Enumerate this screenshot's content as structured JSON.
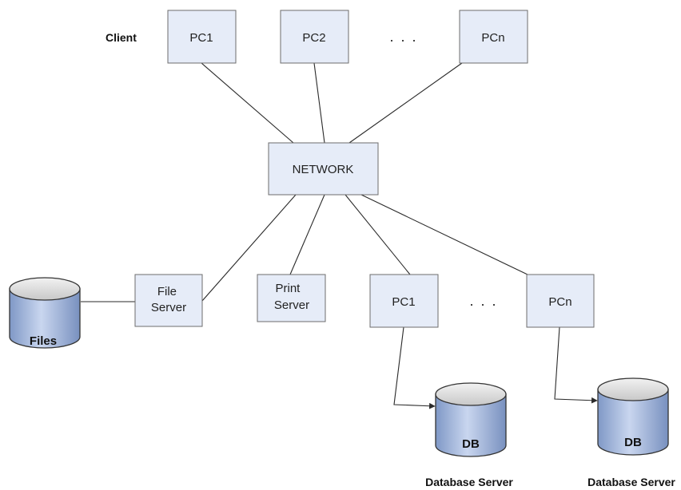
{
  "labels": {
    "client": "Client",
    "db_server_1": "Database Server",
    "db_server_2": "Database Server"
  },
  "clients": {
    "pc1": "PC1",
    "pc2": "PC2",
    "ellipsis": ". . .",
    "pcn": "PCn"
  },
  "network": "NETWORK",
  "servers": {
    "file_server": [
      "File",
      "Server"
    ],
    "print_server": [
      "Print",
      "Server"
    ],
    "db_pc1": "PC1",
    "ellipsis": ". . .",
    "db_pcn": "PCn"
  },
  "storage": {
    "files": "Files",
    "db1": "DB",
    "db2": "DB"
  },
  "colors": {
    "box_fill": "#e6ecf8",
    "box_stroke": "#6d6d6d",
    "cylinder_body": "#a9bde0",
    "cylinder_top": "#d9d9d9"
  }
}
